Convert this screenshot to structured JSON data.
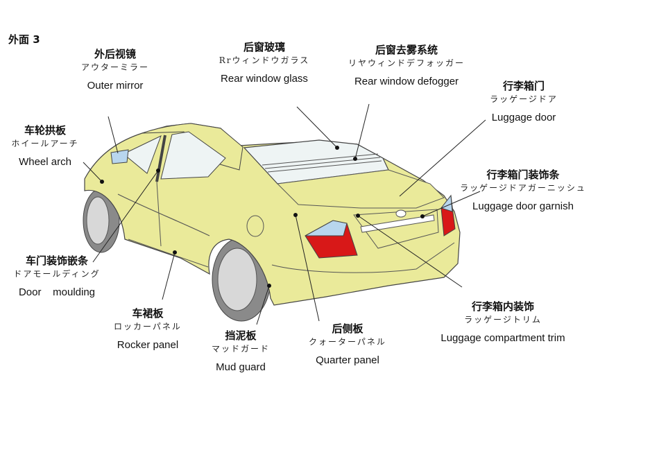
{
  "page_title": "外面 3",
  "labels": {
    "outer_mirror": {
      "zh": "外后视镜",
      "ja": "アウターミラー",
      "en": "Outer mirror"
    },
    "rear_glass": {
      "zh": "后窗玻璃",
      "ja": "Rrウィンドウガラス",
      "en": "Rear window glass"
    },
    "defogger": {
      "zh": "后窗去雾系统",
      "ja": "リヤウィンドデフォッガー",
      "en": "Rear window defogger"
    },
    "luggage_door": {
      "zh": "行李箱门",
      "ja": "ラッゲージドア",
      "en": "Luggage door"
    },
    "wheel_arch": {
      "zh": "车轮拱板",
      "ja": "ホイールアーチ",
      "en": "Wheel arch"
    },
    "door_garnish": {
      "zh": "行李箱门装饰条",
      "ja": "ラッゲージドアガーニッシュ",
      "en": "Luggage door garnish"
    },
    "door_moulding": {
      "zh": "车门装饰嵌条",
      "ja": "ドアモールディング",
      "en": "Door    moulding"
    },
    "trunk_trim": {
      "zh": "行李箱内装饰",
      "ja": "ラッゲージトリム",
      "en": "Luggage compartment trim"
    },
    "rocker_panel": {
      "zh": "车裙板",
      "ja": "ロッカーパネル",
      "en": "Rocker panel"
    },
    "mud_guard": {
      "zh": "挡泥板",
      "ja": "マッドガード",
      "en": "Mud guard"
    },
    "quarter_panel": {
      "zh": "后侧板",
      "ja": "クォーターパネル",
      "en": "Quarter panel"
    }
  },
  "colors": {
    "body": "#eaea9a",
    "outline": "#444444",
    "glass_light": "#eef4f4",
    "lamp_red": "#d81818",
    "lamp_blue": "#b8d6ee",
    "tire": "#8a8a8a",
    "wheel": "#d8d8d8"
  }
}
